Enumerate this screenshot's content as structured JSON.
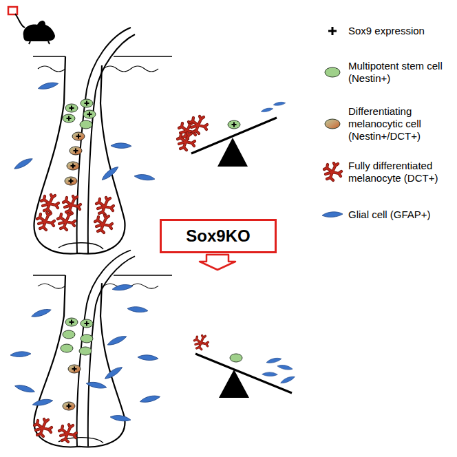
{
  "diagram": {
    "nodes": [
      {
        "text": [
          "Sox9KO"
        ]
      }
    ],
    "legend": [
      {
        "text": "Sox9 expression"
      },
      {
        "text": "Multipotent stem cell (Nestin+)",
        "color": "#9fd08a"
      },
      {
        "text": "Differentiating melanocytic cell (Nestin+/DCT+)"
      },
      {
        "text": "Fully differentiated melanocyte (DCT+)",
        "color": "#c0281c"
      },
      {
        "text": "Glial cell (GFAP+)",
        "color": "#3b73c8"
      }
    ]
  }
}
